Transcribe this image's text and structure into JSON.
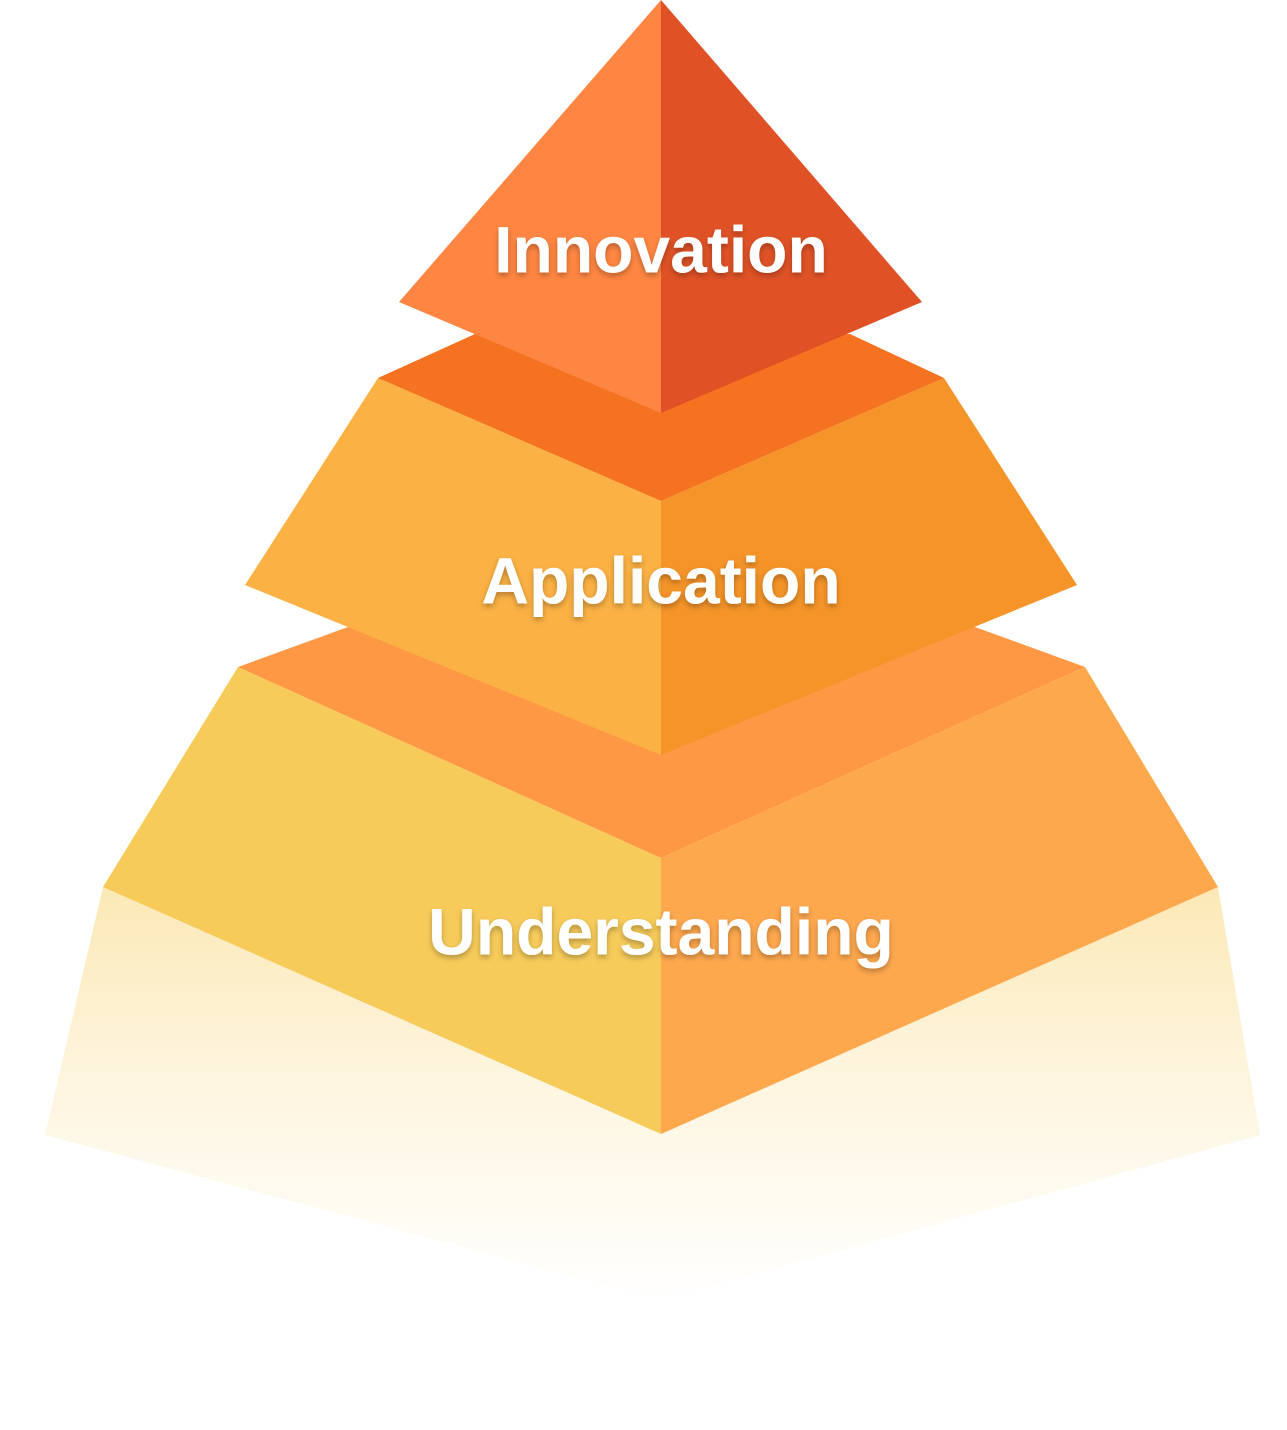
{
  "diagram": {
    "type": "pyramid",
    "tiers": [
      {
        "id": "top",
        "label": "Innovation",
        "colors": {
          "left": "#FF8642",
          "right": "#E05226",
          "cap": "#F47220"
        }
      },
      {
        "id": "middle",
        "label": "Application",
        "colors": {
          "left": "#FBB144",
          "right": "#F59428",
          "cap": "#FF9844"
        }
      },
      {
        "id": "bottom",
        "label": "Understanding",
        "colors": {
          "left": "#F7CB5A",
          "right": "#FEA84E"
        }
      }
    ],
    "reflection_color": "#F9D67A"
  }
}
